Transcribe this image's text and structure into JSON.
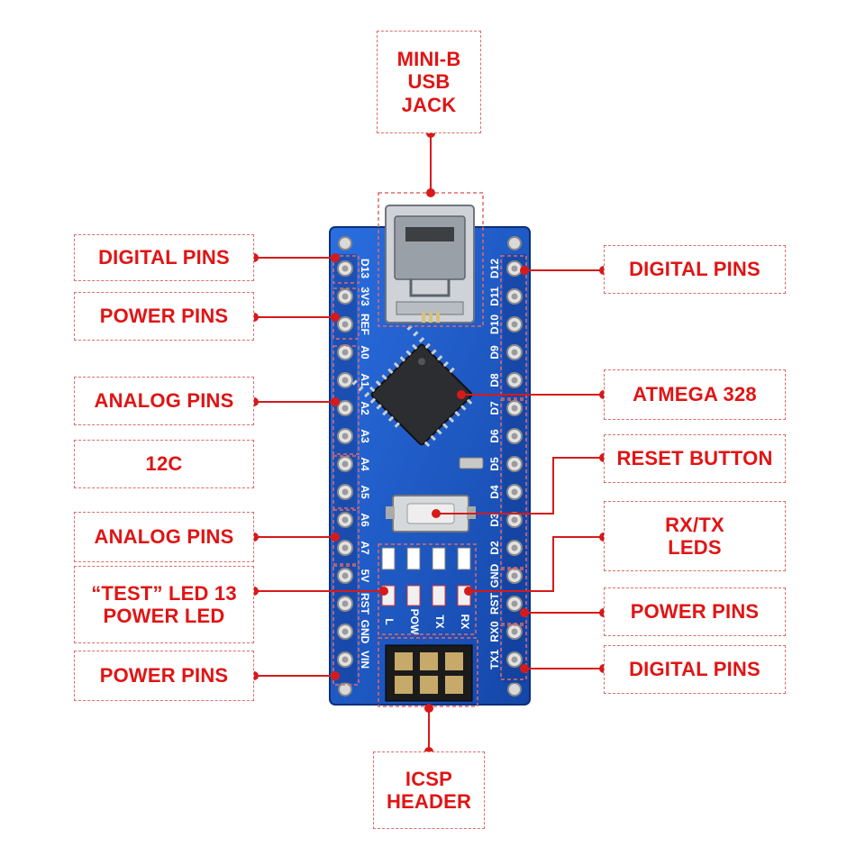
{
  "labels": {
    "usb": "MINI-B\nUSB\nJACK",
    "digital_top_left": "DIGITAL PINS",
    "power_top_left": "POWER PINS",
    "analog_left": "ANALOG PINS",
    "i2c": "12C",
    "analog_left_2": "ANALOG PINS",
    "test_led": "“TEST” LED 13\nPOWER LED",
    "power_bottom_left": "POWER PINS",
    "digital_top_right": "DIGITAL PINS",
    "atmega": "ATMEGA 328",
    "reset": "RESET BUTTON",
    "rxtx": "RX/TX\nLEDS",
    "power_right": "POWER PINS",
    "digital_bottom_right": "DIGITAL PINS",
    "icsp": "ICSP\nHEADER"
  },
  "board": {
    "left_pins": [
      "D13",
      "3V3",
      "REF",
      "A0",
      "A1",
      "A2",
      "A3",
      "A4",
      "A5",
      "A6",
      "A7",
      "5V",
      "RST",
      "GND",
      "VIN"
    ],
    "right_pins": [
      "D12",
      "D11",
      "D10",
      "D9",
      "D8",
      "D7",
      "D6",
      "D5",
      "D4",
      "D3",
      "D2",
      "GND",
      "RST",
      "RX0",
      "TX1"
    ],
    "led_labels": [
      "L",
      "POW",
      "TX",
      "RX"
    ]
  },
  "colors": {
    "label_text": "#e11414",
    "wire": "#d61a1a",
    "board": "#1f5fd0",
    "board_dark": "#123f9c"
  }
}
